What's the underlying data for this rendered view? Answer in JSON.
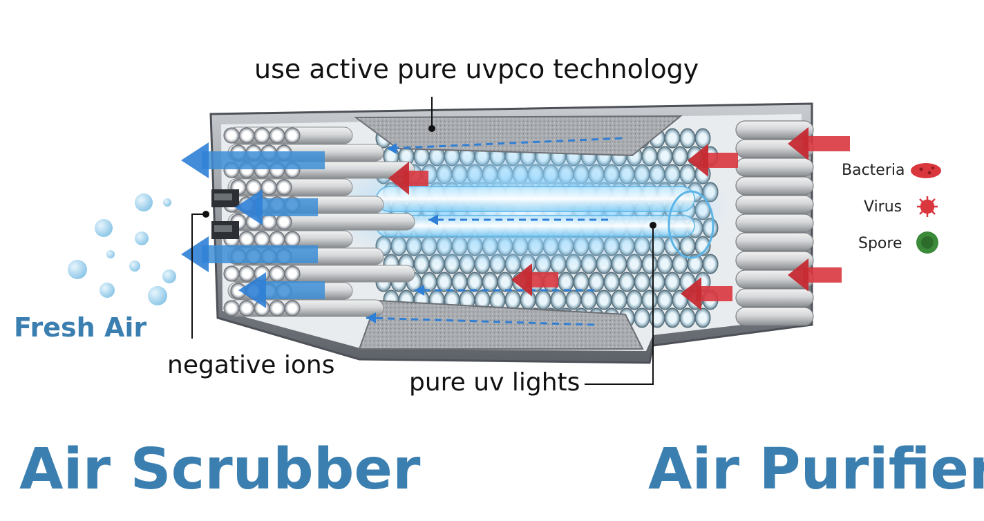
{
  "callouts": {
    "technology": "use active pure uvpco technology",
    "ions": "negative ions",
    "uv_lights": "pure uv lights"
  },
  "fresh_air": "Fresh Air",
  "legend": [
    {
      "label": "Bacteria",
      "color": "#d9363e"
    },
    {
      "label": "Virus",
      "color": "#d9363e"
    },
    {
      "label": "Spore",
      "color": "#3a8a3a"
    }
  ],
  "titles": {
    "left": "Air Scrubber",
    "right": "Air Purifier"
  },
  "colors": {
    "title_blue": "#3b7fb0",
    "out_arrow": "#3d8ed6",
    "in_arrow": "#d9363e",
    "uv_glow": "#8fd4ff",
    "housing": "#7d8288"
  }
}
